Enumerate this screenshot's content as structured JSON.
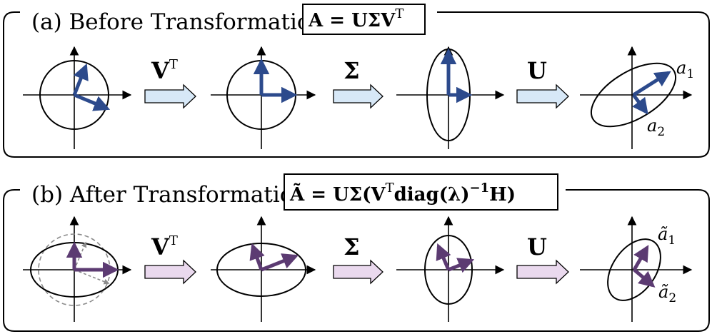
{
  "panel_a": {
    "title": "(a) Before Transformation",
    "formula": {
      "lhs": "A",
      "eq": " = ",
      "rhs_main": "UΣV",
      "rhs_sup": "T"
    },
    "operators": [
      {
        "main": "V",
        "sup": "T"
      },
      {
        "main": "Σ",
        "sup": ""
      },
      {
        "main": "U",
        "sup": ""
      }
    ],
    "vector_labels": [
      {
        "base": "a",
        "sub": "1"
      },
      {
        "base": "a",
        "sub": "2"
      }
    ],
    "arrow_color": "#d7e8f7",
    "vector_color": "#2c4a8c"
  },
  "panel_b": {
    "title": "(b) After Transformation",
    "formula": {
      "lhs": "Ã",
      "eq": " = ",
      "rhs_1": "UΣ(V",
      "rhs_sup1": "T",
      "rhs_2": "diag(λ)",
      "rhs_sup2": "−1",
      "rhs_3": "H)"
    },
    "operators": [
      {
        "main": "V",
        "sup": "T"
      },
      {
        "main": "Σ",
        "sup": ""
      },
      {
        "main": "U",
        "sup": ""
      }
    ],
    "vector_labels": [
      {
        "base": "ã",
        "sub": "1"
      },
      {
        "base": "ã",
        "sub": "2"
      }
    ],
    "arrow_color": "#ead9ee",
    "vector_color": "#5c3b72"
  }
}
